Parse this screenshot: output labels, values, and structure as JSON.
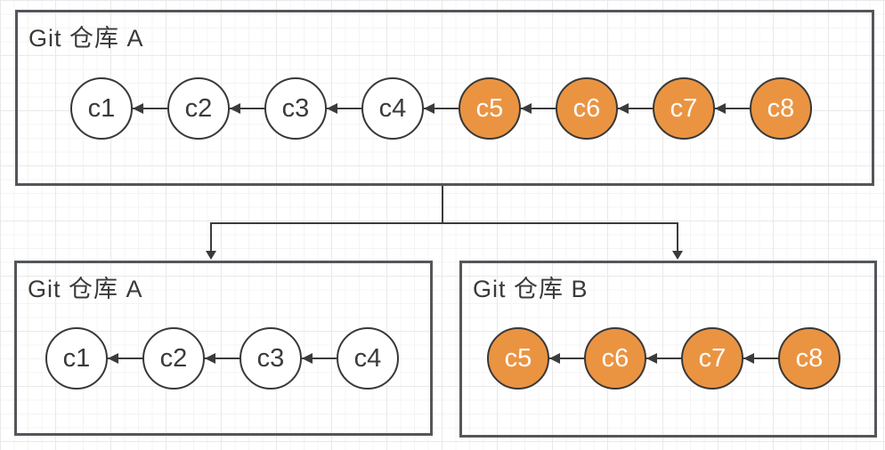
{
  "colors": {
    "highlight_orange": "#EA9442",
    "node_white": "#FFFFFF",
    "node_border": "#383838",
    "connector_line": "#3B3B3B",
    "box_border": "#53565A",
    "text_dark": "#3A3A3A",
    "text_on_orange": "#FFFFFF"
  },
  "top_repo": {
    "title": "Git 仓库 A",
    "commits": [
      {
        "id": "c1",
        "highlighted": false
      },
      {
        "id": "c2",
        "highlighted": false
      },
      {
        "id": "c3",
        "highlighted": false
      },
      {
        "id": "c4",
        "highlighted": false
      },
      {
        "id": "c5",
        "highlighted": true
      },
      {
        "id": "c6",
        "highlighted": true
      },
      {
        "id": "c7",
        "highlighted": true
      },
      {
        "id": "c8",
        "highlighted": true
      }
    ]
  },
  "bottom_left_repo": {
    "title": "Git 仓库 A",
    "commits": [
      {
        "id": "c1",
        "highlighted": false
      },
      {
        "id": "c2",
        "highlighted": false
      },
      {
        "id": "c3",
        "highlighted": false
      },
      {
        "id": "c4",
        "highlighted": false
      }
    ]
  },
  "bottom_right_repo": {
    "title": "Git 仓库 B",
    "commits": [
      {
        "id": "c5",
        "highlighted": true
      },
      {
        "id": "c6",
        "highlighted": true
      },
      {
        "id": "c7",
        "highlighted": true
      },
      {
        "id": "c8",
        "highlighted": true
      }
    ]
  }
}
